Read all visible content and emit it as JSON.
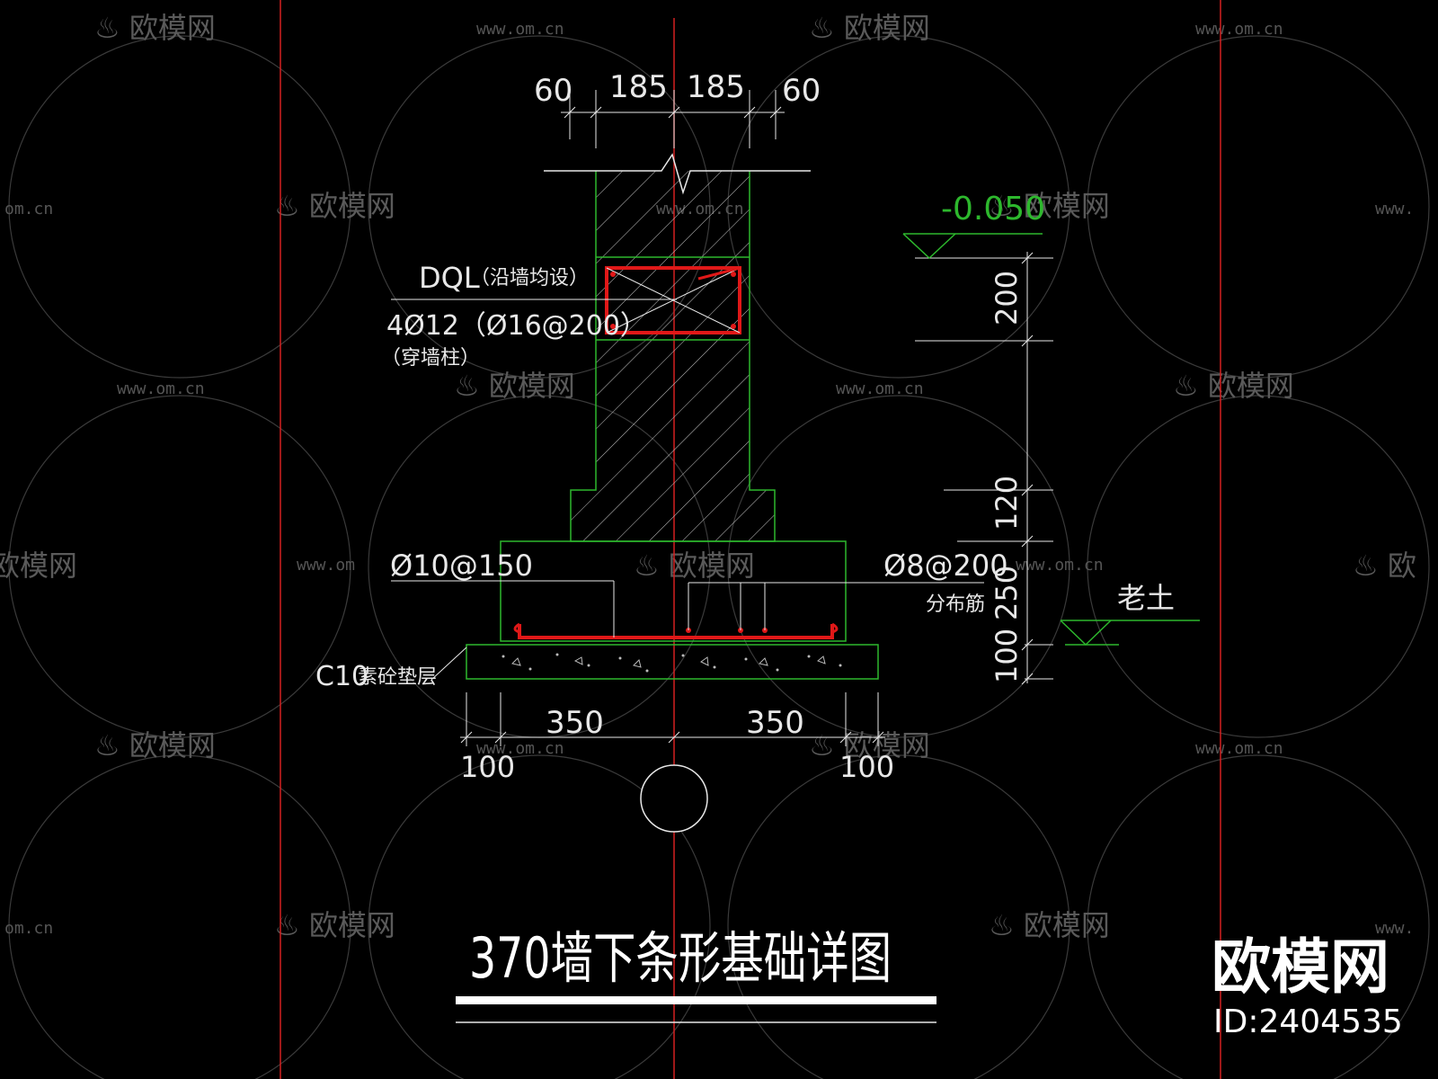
{
  "drawing": {
    "title": "370墙下条形基础详图",
    "top_dims": [
      "60",
      "185",
      "185",
      "60"
    ],
    "bottom_dims": [
      "350",
      "350"
    ],
    "bottom_edge_dims": [
      "100",
      "100"
    ],
    "elevation": "-0.050",
    "right_dims": [
      "200",
      "120",
      "250",
      "100"
    ],
    "dql_label": "DQL",
    "dql_note": "（沿墙均设）",
    "dql_rebar": "4Ø12（Ø16@200）",
    "dql_note2": "（穿墙柱）",
    "rebar_left": "Ø10@150",
    "rebar_right": "Ø8@200",
    "rebar_right_note": "分布筋",
    "cushion_label": "C10",
    "cushion_note": "素砼垫层",
    "soil_label": "老土"
  },
  "watermark": {
    "brand": "欧模网",
    "url": "www.om.cn",
    "url_partial": "om.cn",
    "id": "ID:2404535"
  },
  "colors": {
    "outline": "#2db82d",
    "rebar": "#e01818",
    "axis": "#d42020",
    "text": "#e8e8e8"
  }
}
